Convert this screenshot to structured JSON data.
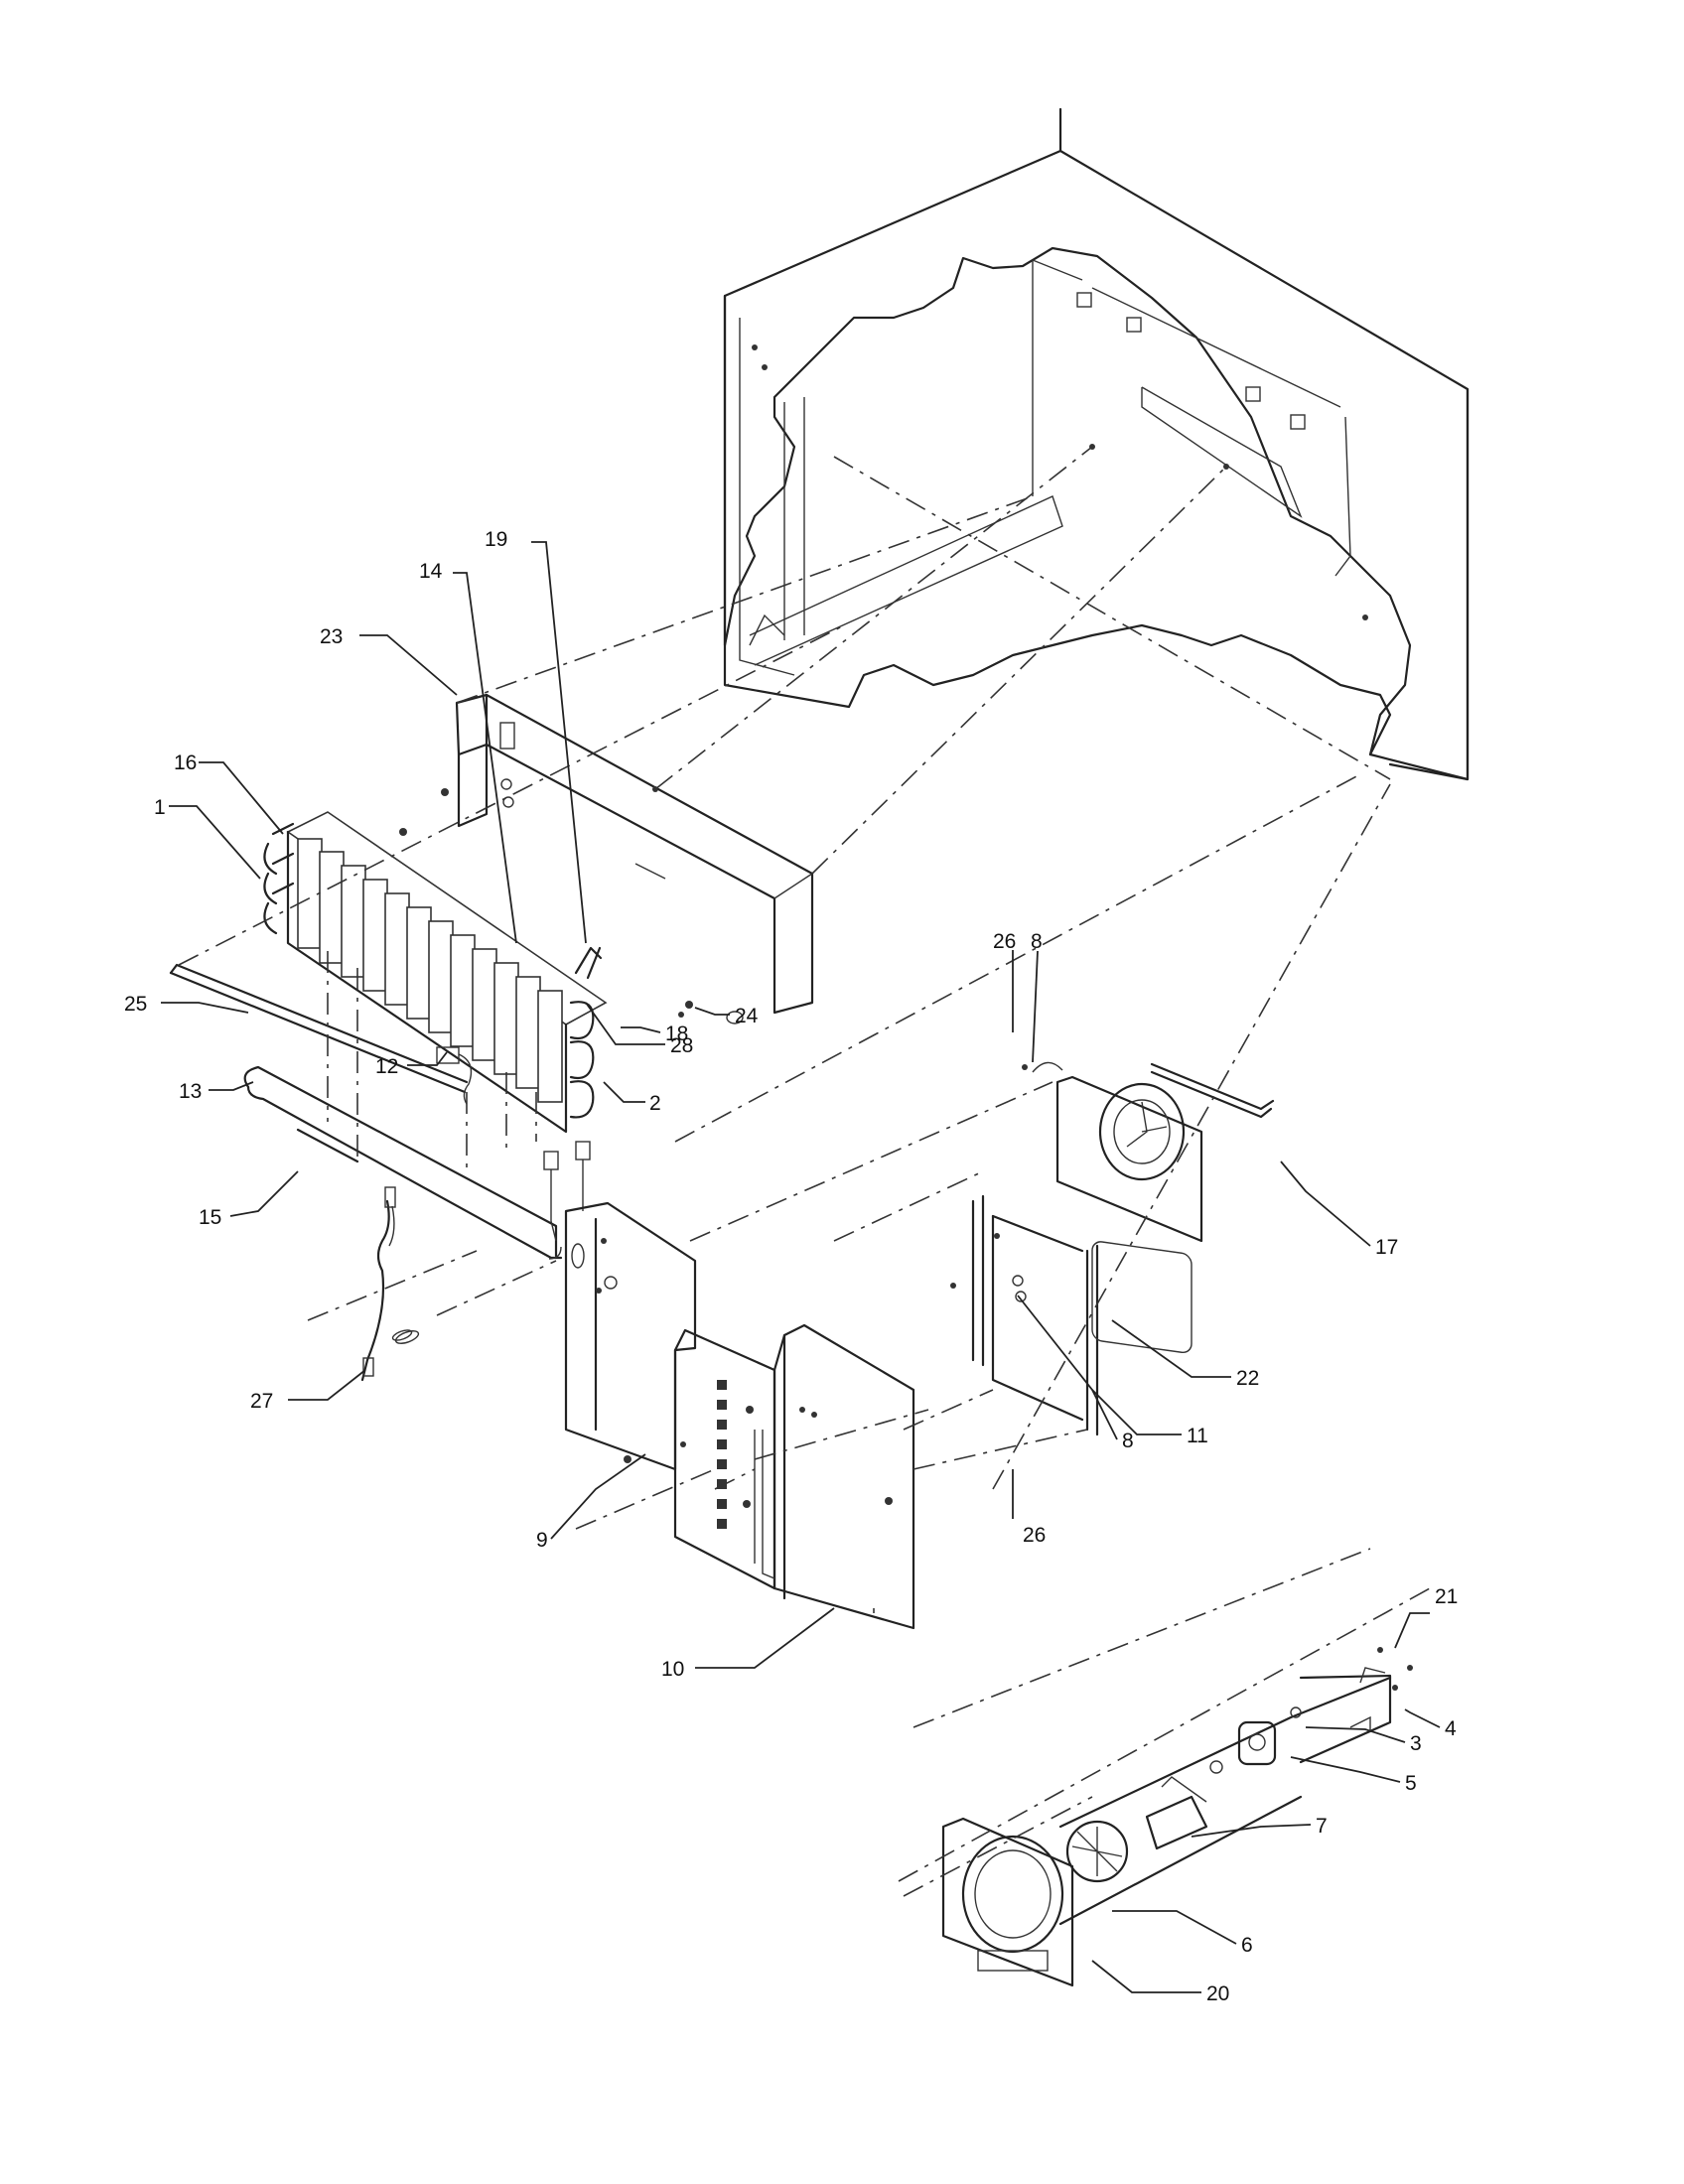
{
  "callouts": {
    "p1": "1",
    "p2": "2",
    "p3": "3",
    "p4": "4",
    "p5": "5",
    "p6": "6",
    "p7": "7",
    "p8a": "8",
    "p8b": "8",
    "p9": "9",
    "p10": "10",
    "p11": "11",
    "p12": "12",
    "p13": "13",
    "p14": "14",
    "p15": "15",
    "p16": "16",
    "p17": "17",
    "p18": "18",
    "p19": "19",
    "p20": "20",
    "p21": "21",
    "p22": "22",
    "p23": "23",
    "p24": "24",
    "p25": "25",
    "p26a": "26",
    "p26b": "26",
    "p27": "27",
    "p28": "28"
  }
}
